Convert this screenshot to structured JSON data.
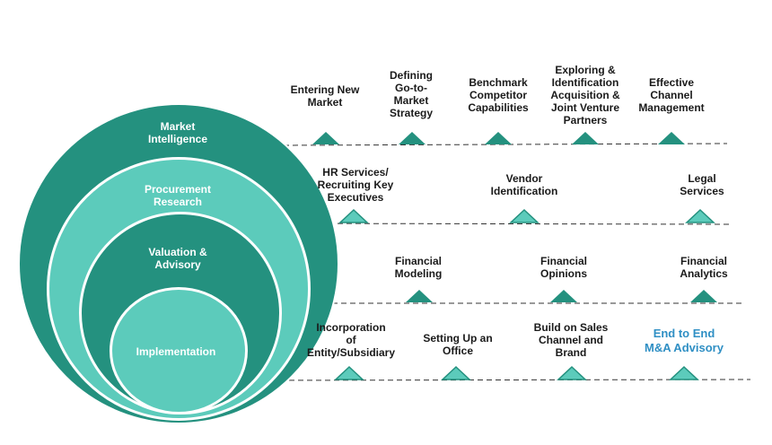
{
  "colors": {
    "dark_teal": "#24917f",
    "light_teal": "#5ccbbb",
    "highlight_blue": "#2f8fc4",
    "line": "#333333"
  },
  "circles": {
    "market_intelligence": "Market\nIntelligence",
    "procurement_research": "Procurement\nResearch",
    "valuation_advisory": "Valuation &\nAdvisory",
    "implementation": "Implementation"
  },
  "rows": {
    "market": [
      "Entering New\nMarket",
      "Defining\nGo-to-\nMarket\nStrategy",
      "Benchmark\nCompetitor\nCapabilities",
      "Exploring &\nIdentification\nAcquisition &\nJoint Venture\nPartners",
      "Effective\nChannel\nManagement"
    ],
    "procurement": [
      "HR Services/\nRecruiting Key\nExecutives",
      "Vendor\nIdentification",
      "Legal\nServices"
    ],
    "valuation": [
      "Financial\nModeling",
      "Financial\nOpinions",
      "Financial\nAnalytics"
    ],
    "implementation": [
      "Incorporation\nof\nEntity/Subsidiary",
      "Setting Up an\nOffice",
      "Build on Sales\nChannel and\nBrand",
      "End to End\nM&A Advisory"
    ]
  }
}
